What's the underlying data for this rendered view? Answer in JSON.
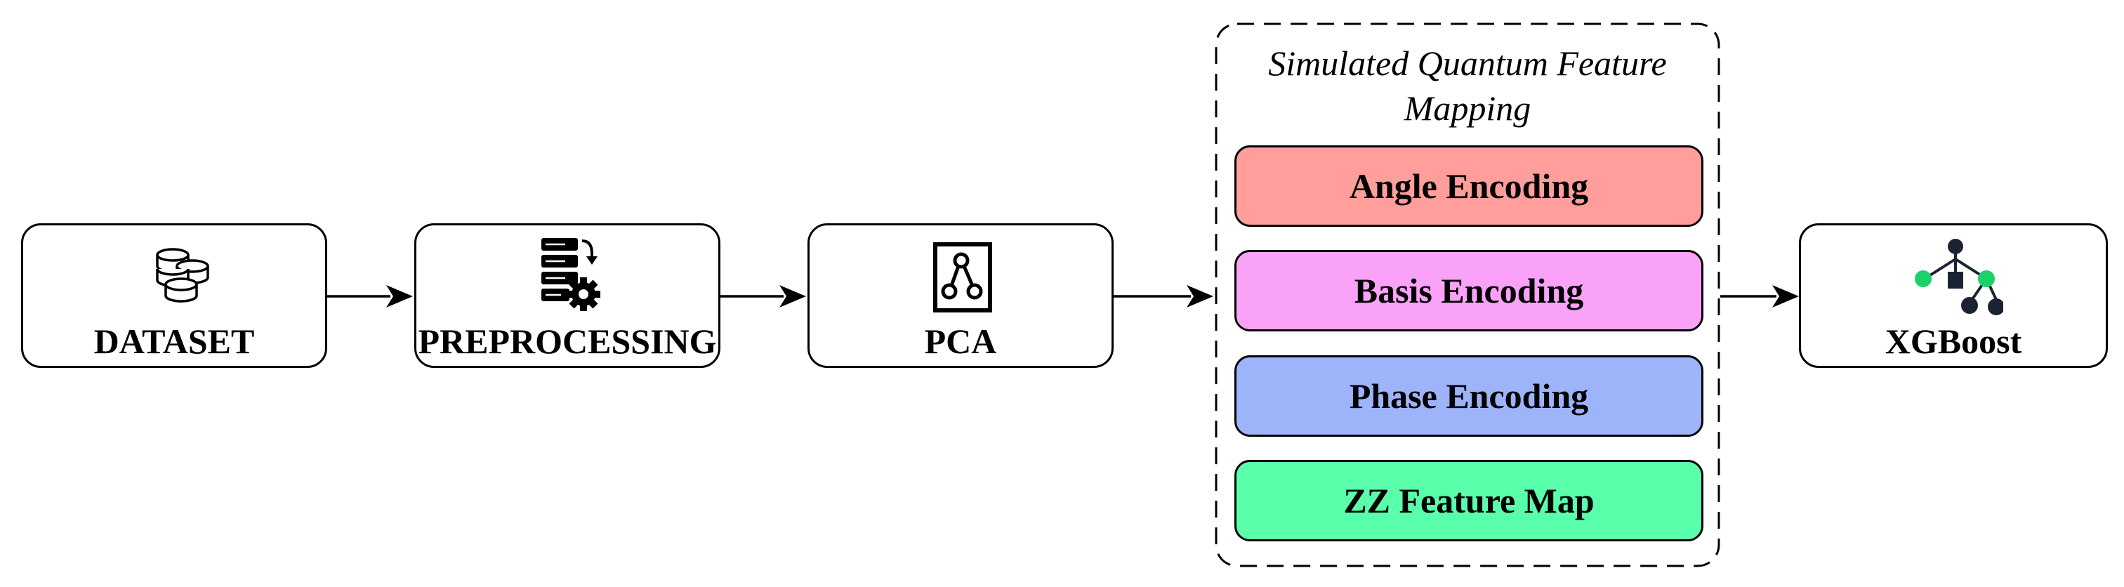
{
  "nodes": {
    "dataset": {
      "label": "DATASET"
    },
    "preprocessing": {
      "label": "PREPROCESSING"
    },
    "pca": {
      "label": "PCA"
    },
    "xgboost": {
      "label": "XGBoost"
    }
  },
  "group": {
    "title": "Simulated Quantum Feature Mapping",
    "encodings": [
      {
        "label": "Angle Encoding",
        "color": "#ff9e9a"
      },
      {
        "label": "Basis Encoding",
        "color": "#f9a2f7"
      },
      {
        "label": "Phase Encoding",
        "color": "#9db3fa"
      },
      {
        "label": "ZZ Feature Map",
        "color": "#5affab"
      }
    ]
  },
  "icons": {
    "dataset": "database-icon",
    "preprocessing": "server-gear-icon",
    "pca": "node-graph-icon",
    "xgboost": "tree-icon"
  },
  "colors": {
    "tree_leaf": "#1cd16a",
    "tree_node": "#1b2333"
  }
}
